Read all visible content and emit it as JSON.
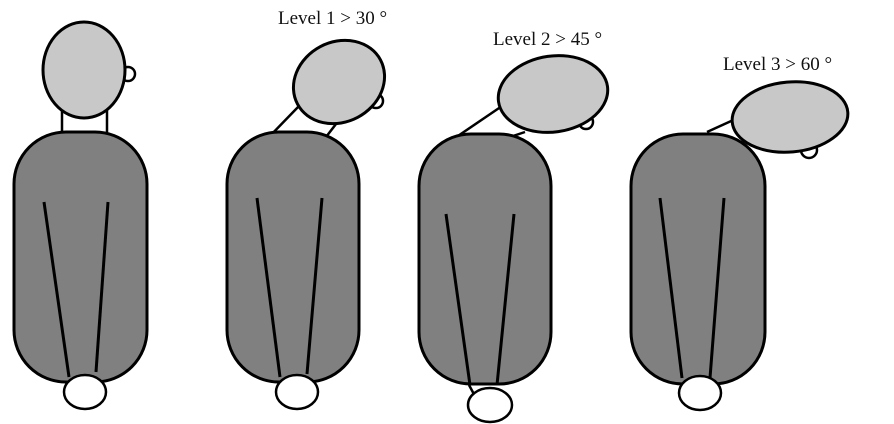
{
  "figure": {
    "labels": {
      "level1": "Level 1 > 30 °",
      "level2": "Level 2 > 45 °",
      "level3": "Level 3 > 60 °"
    },
    "figures": [
      {
        "id": "neutral",
        "head_tilt_deg": 0
      },
      {
        "id": "level-1",
        "head_tilt_deg": 30
      },
      {
        "id": "level-2",
        "head_tilt_deg": 45
      },
      {
        "id": "level-3",
        "head_tilt_deg": 60
      }
    ],
    "colors": {
      "body": "#808080",
      "head": "#c8c8c8",
      "outline": "#000000",
      "background": "#ffffff"
    }
  }
}
